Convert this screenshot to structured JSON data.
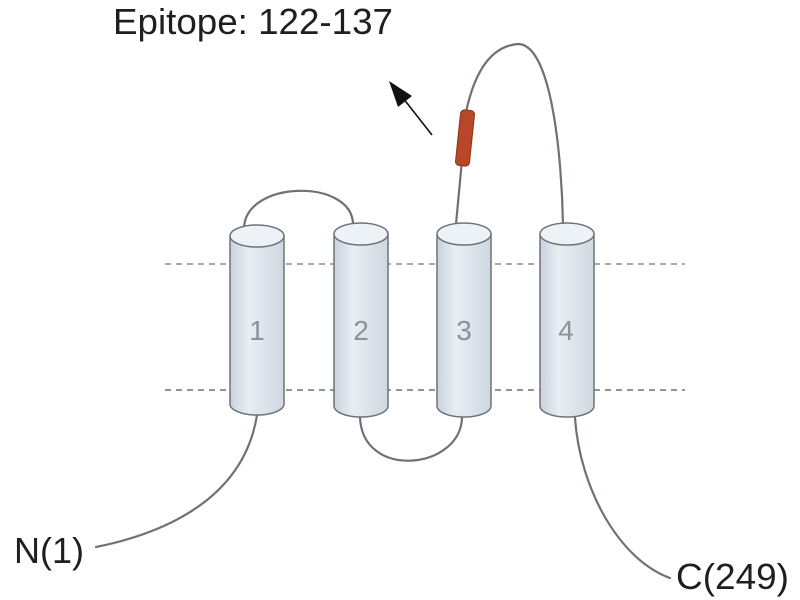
{
  "epitope_label": "Epitope: 122-137",
  "n_terminus_label": "N(1)",
  "c_terminus_label": "C(249)",
  "helices": [
    {
      "number": "1"
    },
    {
      "number": "2"
    },
    {
      "number": "3"
    },
    {
      "number": "4"
    }
  ],
  "colors": {
    "helix_fill": "#dfe6ee",
    "helix_top": "#edf2f7",
    "helix_stroke": "#6d737a",
    "chain": "#6d7278",
    "epitope": "#b8472a",
    "membrane_line": "#777777",
    "arrow": "#111111"
  }
}
